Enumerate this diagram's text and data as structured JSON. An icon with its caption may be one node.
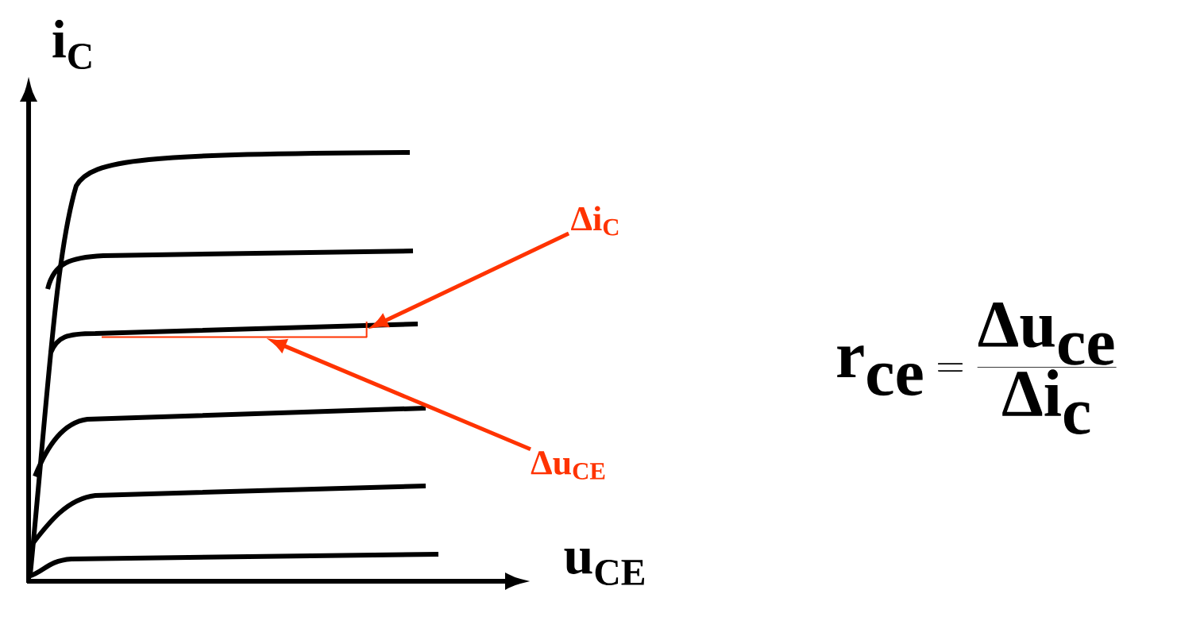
{
  "diagram": {
    "nodes": [
      {
        "text": [
          "Δi$_{C}$"
        ]
      },
      {
        "text": [],
        "shape": "bar"
      },
      {
        "text": [
          "Δu$_{CE}$"
        ]
      },
      {
        "text": [],
        "shape": "bar"
      }
    ],
    "edges": [
      {
        "from": 0,
        "to": 1,
        "arrow": "to"
      },
      {
        "from": 2,
        "to": 3,
        "arrow": "to"
      }
    ],
    "labels": [
      "i$_{C}$",
      "u$_{CE}$",
      "\\textbf{r}_{\\textbf{ce}} = \\frac{\\textbf{Δu}_{\\textbf{ce}}}{\\textbf{Δi}_{\\textbf{c}}}"
    ]
  }
}
